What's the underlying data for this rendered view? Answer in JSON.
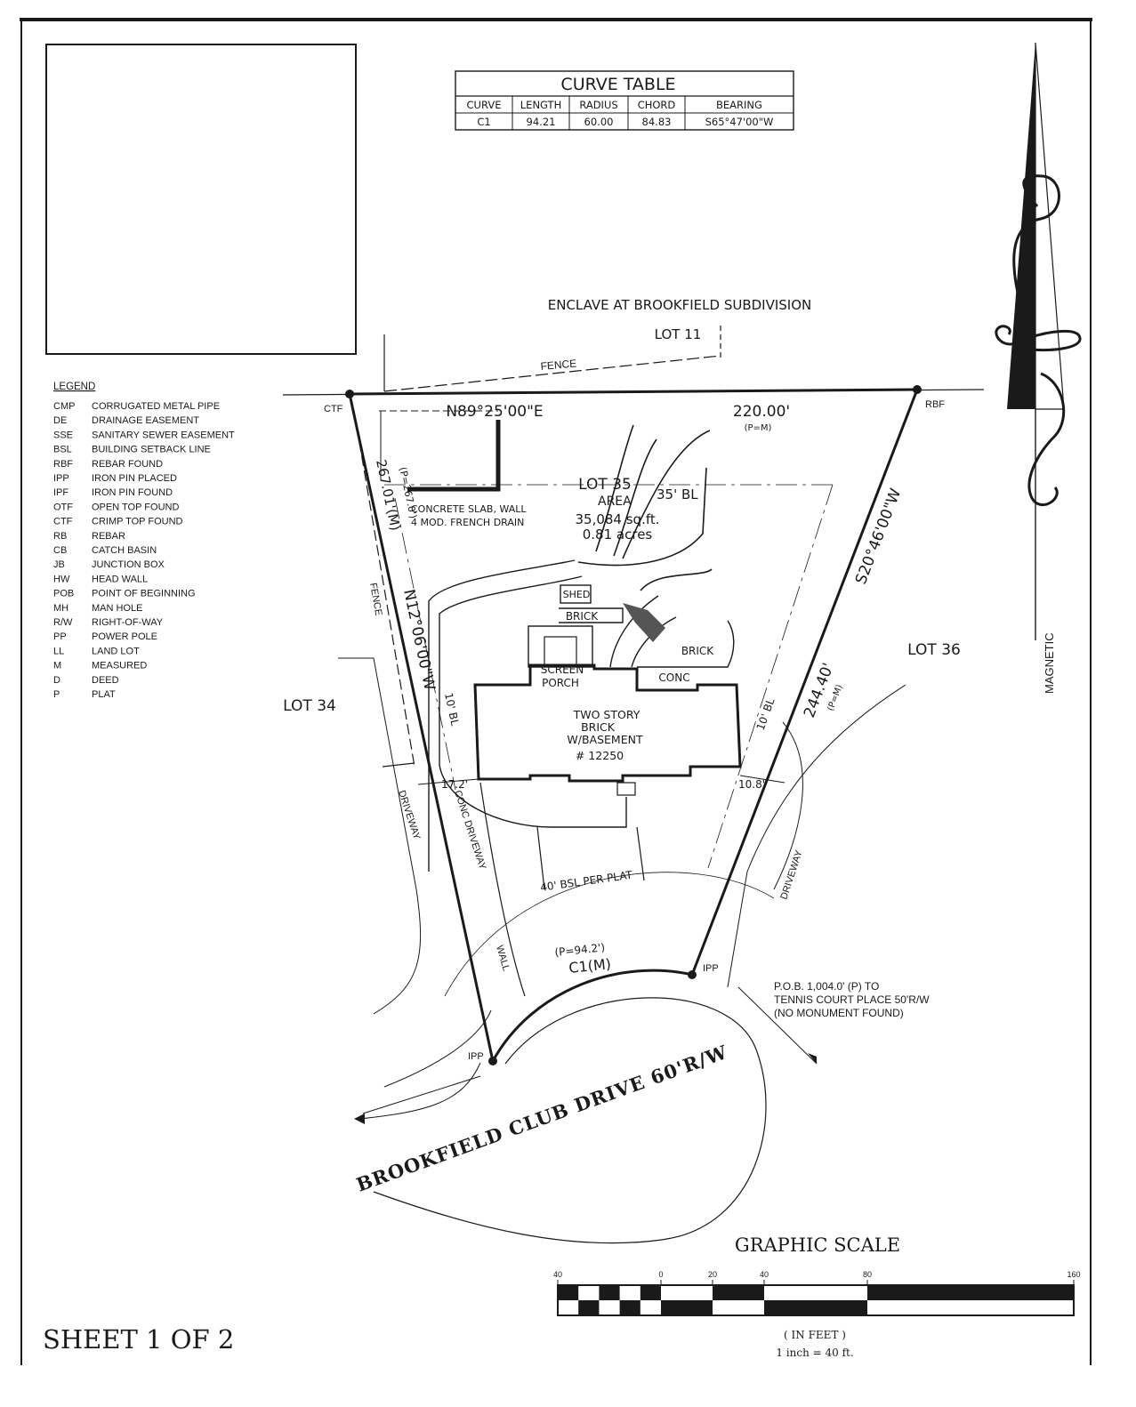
{
  "curve_table": {
    "title": "CURVE TABLE",
    "headers": [
      "CURVE",
      "LENGTH",
      "RADIUS",
      "CHORD",
      "BEARING"
    ],
    "rows": [
      [
        "C1",
        "94.21",
        "60.00",
        "84.83",
        "S65°47'00\"W"
      ]
    ]
  },
  "subdivision": "ENCLAVE AT BROOKFIELD SUBDIVISION",
  "lots": {
    "lot11": "LOT 11",
    "lot34": "LOT 34",
    "lot35": "LOT 35",
    "lot36": "LOT 36"
  },
  "fence_labels": [
    "FENCE",
    "FENCE"
  ],
  "corners": {
    "ctf": "CTF",
    "rbf": "RBF",
    "ipp_left": "IPP",
    "ipp_right": "IPP"
  },
  "bearings": {
    "north": "N89°25'00\"E",
    "north_dist": "220.00'",
    "north_ref": "(P=M)",
    "east": "S20°46'00\"W",
    "east_dist": "244.40'",
    "east_ref": "(P=M)",
    "west": "N12°06'00\"W",
    "west_dist": "267.01'(M)",
    "west_plat": "(P=267.0')"
  },
  "lot_info": {
    "area_label": "AREA",
    "area_sqft": "35,084 sq.ft.",
    "area_acres": "0.81 acres",
    "slab_note": "CONCRETE SLAB, WALL",
    "drain_note": "4 MOD. FRENCH DRAIN",
    "bl_top": "35' BL",
    "bl_left": "10' BL",
    "bl_right": "10' BL",
    "bsl": "40' BSL PER PLAT"
  },
  "house": {
    "line1": "TWO STORY",
    "line2": "BRICK",
    "line3": "W/BASEMENT",
    "line4": "# 12250",
    "screen": "SCREEN",
    "porch": "PORCH",
    "shed": "SHED",
    "brick_a": "BRICK",
    "brick_b": "BRICK",
    "conc": "CONC"
  },
  "dims": {
    "left": "17.2'",
    "right": "10.8'"
  },
  "site": {
    "conc_driveway": "CONC DRIVEWAY",
    "driveway_left": "DRIVEWAY",
    "driveway_right": "DRIVEWAY",
    "wall": "WALL"
  },
  "curve": {
    "plat": "(P=94.2')",
    "label": "C1(M)"
  },
  "pob": {
    "line1": "P.O.B. 1,004.0' (P) TO",
    "line2": "TENNIS COURT PLACE 50'R/W",
    "line3": "(NO MONUMENT FOUND)"
  },
  "street": "BROOKFIELD CLUB DRIVE 60'R/W",
  "north_arrow_label": "MAGNETIC",
  "legend": {
    "title": "LEGEND",
    "items": [
      [
        "CMP",
        "CORRUGATED METAL PIPE"
      ],
      [
        "DE",
        "DRAINAGE EASEMENT"
      ],
      [
        "SSE",
        "SANITARY SEWER EASEMENT"
      ],
      [
        "BSL",
        "BUILDING SETBACK LINE"
      ],
      [
        "RBF",
        "REBAR FOUND"
      ],
      [
        "IPP",
        "IRON PIN PLACED"
      ],
      [
        "IPF",
        "IRON PIN FOUND"
      ],
      [
        "OTF",
        "OPEN TOP FOUND"
      ],
      [
        "CTF",
        "CRIMP TOP FOUND"
      ],
      [
        "RB",
        "REBAR"
      ],
      [
        "CB",
        "CATCH BASIN"
      ],
      [
        "JB",
        "JUNCTION BOX"
      ],
      [
        "HW",
        "HEAD WALL"
      ],
      [
        "POB",
        "POINT OF BEGINNING"
      ],
      [
        "MH",
        "MAN HOLE"
      ],
      [
        "R/W",
        "RIGHT-OF-WAY"
      ],
      [
        "PP",
        "POWER POLE"
      ],
      [
        "LL",
        "LAND LOT"
      ],
      [
        "M",
        "MEASURED"
      ],
      [
        "D",
        "DEED"
      ],
      [
        "P",
        "PLAT"
      ]
    ]
  },
  "scale": {
    "title": "GRAPHIC SCALE",
    "ticks": [
      "40",
      "0",
      "20",
      "40",
      "80",
      "160"
    ],
    "unit": "( IN FEET )",
    "ratio": "1 inch = 40 ft."
  },
  "sheet": "SHEET 1 OF 2"
}
